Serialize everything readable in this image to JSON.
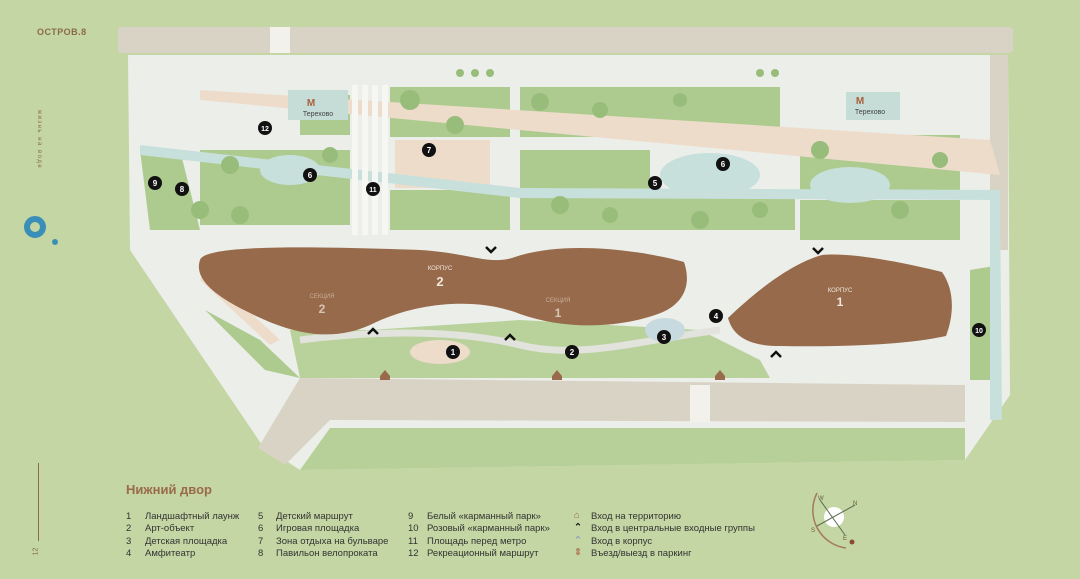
{
  "brand": "ОСТРОВ.8",
  "tagline": "жизнь на воде",
  "page_number": "12",
  "map": {
    "metro": [
      {
        "icon": "M",
        "name": "Терехово"
      },
      {
        "icon": "M",
        "name": "Терехово"
      }
    ],
    "buildings": [
      {
        "label": "КОРПУС",
        "number": "2",
        "sections": [
          {
            "label": "СЕКЦИЯ",
            "number": "2"
          },
          {
            "label": "СЕКЦИЯ",
            "number": "1"
          }
        ]
      },
      {
        "label": "КОРПУС",
        "number": "1"
      }
    ],
    "markers": [
      "1",
      "2",
      "3",
      "4",
      "5",
      "6",
      "6",
      "7",
      "8",
      "9",
      "10",
      "11",
      "12"
    ],
    "compass": [
      "N",
      "E",
      "S",
      "W"
    ]
  },
  "legend": {
    "title": "Нижний двор",
    "items": [
      {
        "num": "1",
        "label": "Ландшафтный лаунж"
      },
      {
        "num": "2",
        "label": "Арт-объект"
      },
      {
        "num": "3",
        "label": "Детская площадка"
      },
      {
        "num": "4",
        "label": "Амфитеатр"
      },
      {
        "num": "5",
        "label": "Детский маршрут"
      },
      {
        "num": "6",
        "label": "Игровая площадка"
      },
      {
        "num": "7",
        "label": "Зона отдыха на бульваре"
      },
      {
        "num": "8",
        "label": "Павильон велопроката"
      },
      {
        "num": "9",
        "label": "Белый «карманный парк»"
      },
      {
        "num": "10",
        "label": "Розовый «карманный парк»"
      },
      {
        "num": "11",
        "label": "Площадь перед метро"
      },
      {
        "num": "12",
        "label": "Рекреационный маршрут"
      }
    ],
    "symbols": [
      {
        "icon": "entrance-territory",
        "label": "Вход на территорию",
        "color": "#9a6a4c"
      },
      {
        "icon": "entrance-main",
        "label": "Вход в центральные входные группы",
        "color": "#111111"
      },
      {
        "icon": "entrance-building",
        "label": "Вход в корпус",
        "color": "#8fa3c0"
      },
      {
        "icon": "parking",
        "label": "Въезд/выезд в паркинг",
        "color": "#b07a5a"
      }
    ]
  },
  "colors": {
    "background": "#c3d6a3",
    "building": "#966a4a",
    "road": "#d9d3c5",
    "park": "#aecb8f",
    "water": "#c7e0dc",
    "path": "#eedccb"
  }
}
